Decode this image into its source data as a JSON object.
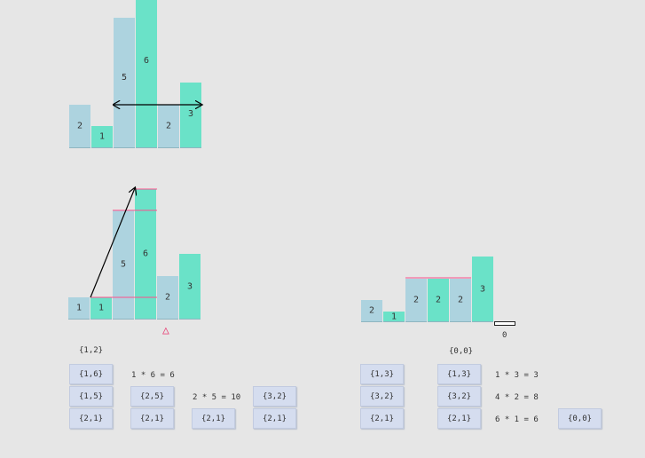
{
  "panel_top": {
    "bars": [
      {
        "label": "2",
        "value": 2,
        "color": "blue"
      },
      {
        "label": "1",
        "value": 1,
        "color": "teal"
      },
      {
        "label": "5",
        "value": 6,
        "color": "blue"
      },
      {
        "label": "6",
        "value": 7,
        "color": "teal"
      },
      {
        "label": "2",
        "value": 2,
        "color": "blue"
      },
      {
        "label": "3",
        "value": 3,
        "color": "teal"
      }
    ]
  },
  "panel_mid": {
    "bars": [
      {
        "label": "1",
        "value": 1,
        "color": "blue"
      },
      {
        "label": "1",
        "value": 1,
        "color": "teal"
      },
      {
        "label": "5",
        "value": 5,
        "color": "blue"
      },
      {
        "label": "6",
        "value": 6,
        "color": "teal"
      },
      {
        "label": "2",
        "value": 2,
        "color": "blue"
      },
      {
        "label": "3",
        "value": 3,
        "color": "teal"
      }
    ],
    "marker": "△",
    "stack_caption": "{1,2}"
  },
  "panel_right": {
    "bars": [
      {
        "label": "2",
        "value": 2,
        "color": "blue"
      },
      {
        "label": "1",
        "value": 1,
        "color": "teal"
      },
      {
        "label": "2",
        "value": 4,
        "color": "blue"
      },
      {
        "label": "2",
        "value": 4,
        "color": "teal"
      },
      {
        "label": "2",
        "value": 4,
        "color": "blue"
      },
      {
        "label": "3",
        "value": 6,
        "color": "teal"
      }
    ],
    "sentinel_label": "0",
    "stack_caption": "{0,0}"
  },
  "stacks_left": [
    {
      "items": [
        "{1,6}",
        "{1,5}",
        "{2,1}"
      ],
      "note": "1 * 6 = 6"
    },
    {
      "items": [
        "{2,5}",
        "{2,1}"
      ],
      "note": "2 * 5 = 10"
    },
    {
      "items": [
        "{2,1}"
      ]
    },
    {
      "items": [
        "{3,2}",
        "{2,1}"
      ]
    }
  ],
  "stacks_right": [
    {
      "items": [
        "{1,3}",
        "{3,2}",
        "{2,1}"
      ]
    },
    {
      "items": [
        "{1,3}",
        "{3,2}",
        "{2,1}"
      ],
      "notes": [
        "1 * 3 = 3",
        "4 * 2 = 8",
        "6 * 1 = 6"
      ]
    },
    {
      "items": [
        "{0,0}"
      ]
    }
  ],
  "colors": {
    "blue": "#add3df",
    "teal": "#6ae2c8",
    "highlight": "#ff4f8b",
    "arrow": "#000000"
  }
}
